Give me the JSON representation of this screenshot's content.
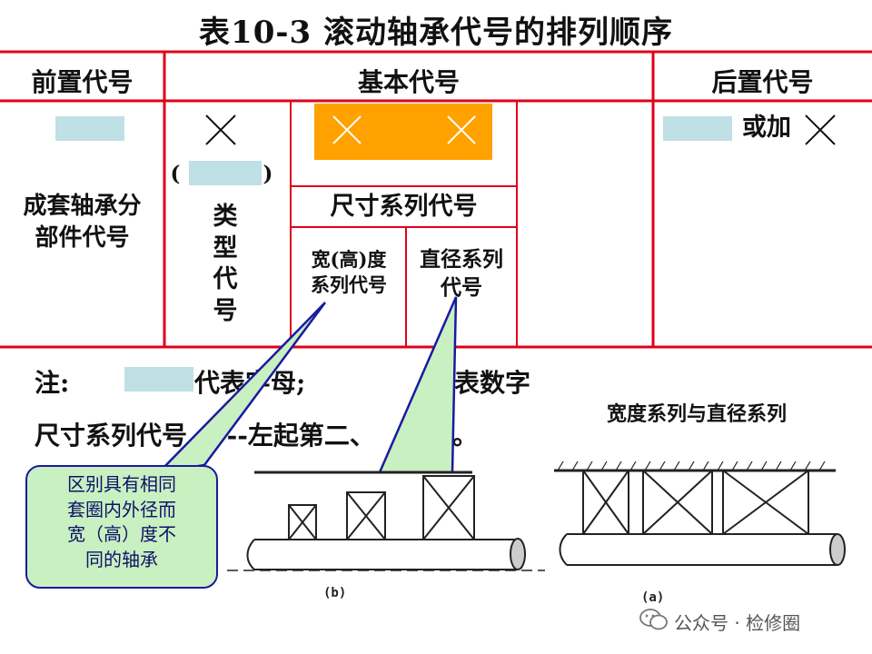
{
  "title": "表10-3  滚动轴承代号的排列顺序",
  "table": {
    "headers": {
      "prefix": "前置代号",
      "basic": "基本代号",
      "suffix": "后置代号"
    },
    "prefix_desc": "成套轴承分\n部件代号",
    "type_paren_open": "(",
    "type_paren_close": ")",
    "type_label": "类\n型\n代\n号",
    "size_series_label": "尺寸系列代号",
    "width_series_label": "宽(高)度\n系列代号",
    "diameter_series_label": "直径系列\n代号",
    "suffix_or": "或加"
  },
  "notes": {
    "note_prefix": "注:",
    "letter_tail": "代表字母;",
    "number_tail": "表数字",
    "line2_a": "尺寸系列代号",
    "line2_b": "---左起第二、",
    "line2_c": "。"
  },
  "callout": {
    "text": "区别具有相同\n套圈内外径而\n宽（高）度不\n同的轴承"
  },
  "drawing": {
    "right_title": "宽度系列与直径系列",
    "caption_b": "(b)",
    "caption_a": "(a)"
  },
  "watermark": {
    "text": "公众号 · 检修圈"
  },
  "colors": {
    "rule": "#e0001a",
    "placeholder": "#bfe0e4",
    "orange": "#ffa200",
    "callout_fill": "#c8f0c0",
    "callout_stroke": "#1a1aa0"
  }
}
